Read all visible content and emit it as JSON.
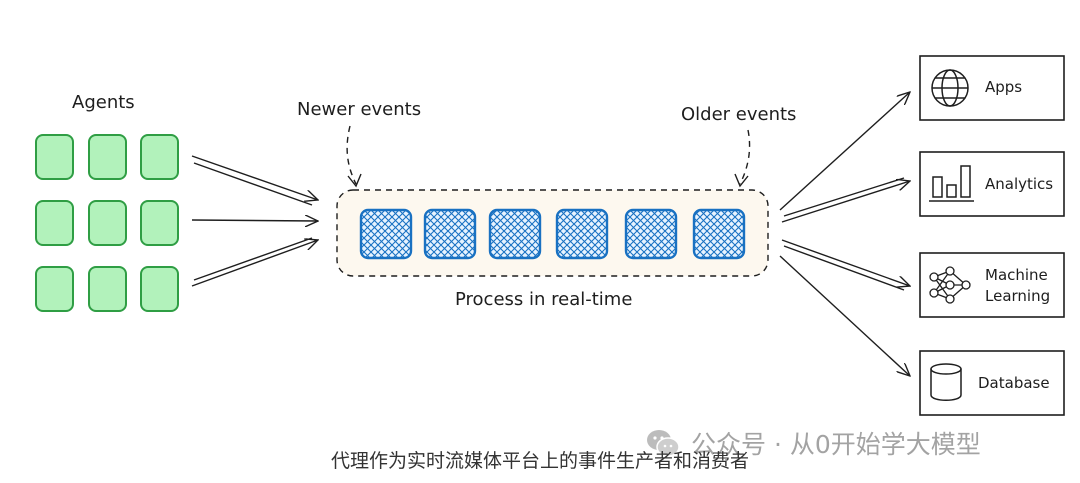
{
  "labels": {
    "agents": "Agents",
    "newer_events": "Newer events",
    "older_events": "Older events",
    "process": "Process in real-time"
  },
  "consumers": [
    {
      "label_lines": [
        "Apps"
      ],
      "icon": "globe-icon"
    },
    {
      "label_lines": [
        "Analytics"
      ],
      "icon": "bar-chart-icon"
    },
    {
      "label_lines": [
        "Machine",
        "Learning"
      ],
      "icon": "neural-network-icon"
    },
    {
      "label_lines": [
        "Database"
      ],
      "icon": "database-icon"
    }
  ],
  "agent_grid": {
    "rows": 3,
    "cols": 3
  },
  "event_count": 6,
  "caption": "代理作为实时流媒体平台上的事件生产者和消费者",
  "watermark": "公众号 · 从0开始学大模型",
  "colors": {
    "agent_fill": "#b2f2bb",
    "agent_stroke": "#2f9e44",
    "event_stroke": "#1971c2",
    "event_fill": "#a5d8ff",
    "stream_fill": "#fdf8ef"
  }
}
